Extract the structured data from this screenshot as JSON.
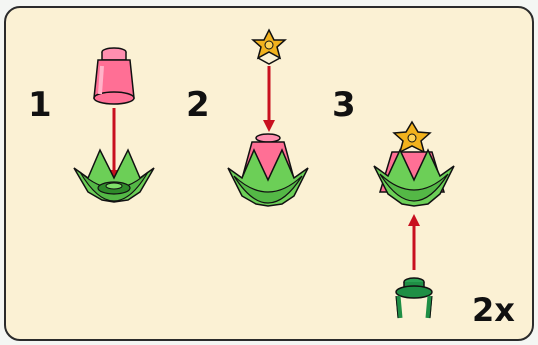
{
  "steps": [
    {
      "number": "1"
    },
    {
      "number": "2"
    },
    {
      "number": "3"
    }
  ],
  "quantity": "2x",
  "colors": {
    "background": "#fbf1d4",
    "border": "#2b2b2b",
    "arrow": "#c8101f",
    "leaf_green": "#6ccf57",
    "leaf_dark": "#2f8a2a",
    "cone_pink": "#ff6f95",
    "star_yellow": "#f2b21d",
    "plate_green": "#1f8f45"
  },
  "icons": [
    "pink-cone-icon",
    "yellow-star-icon",
    "green-leaf-cup-icon",
    "green-round-plate-icon",
    "red-arrow-icon"
  ]
}
